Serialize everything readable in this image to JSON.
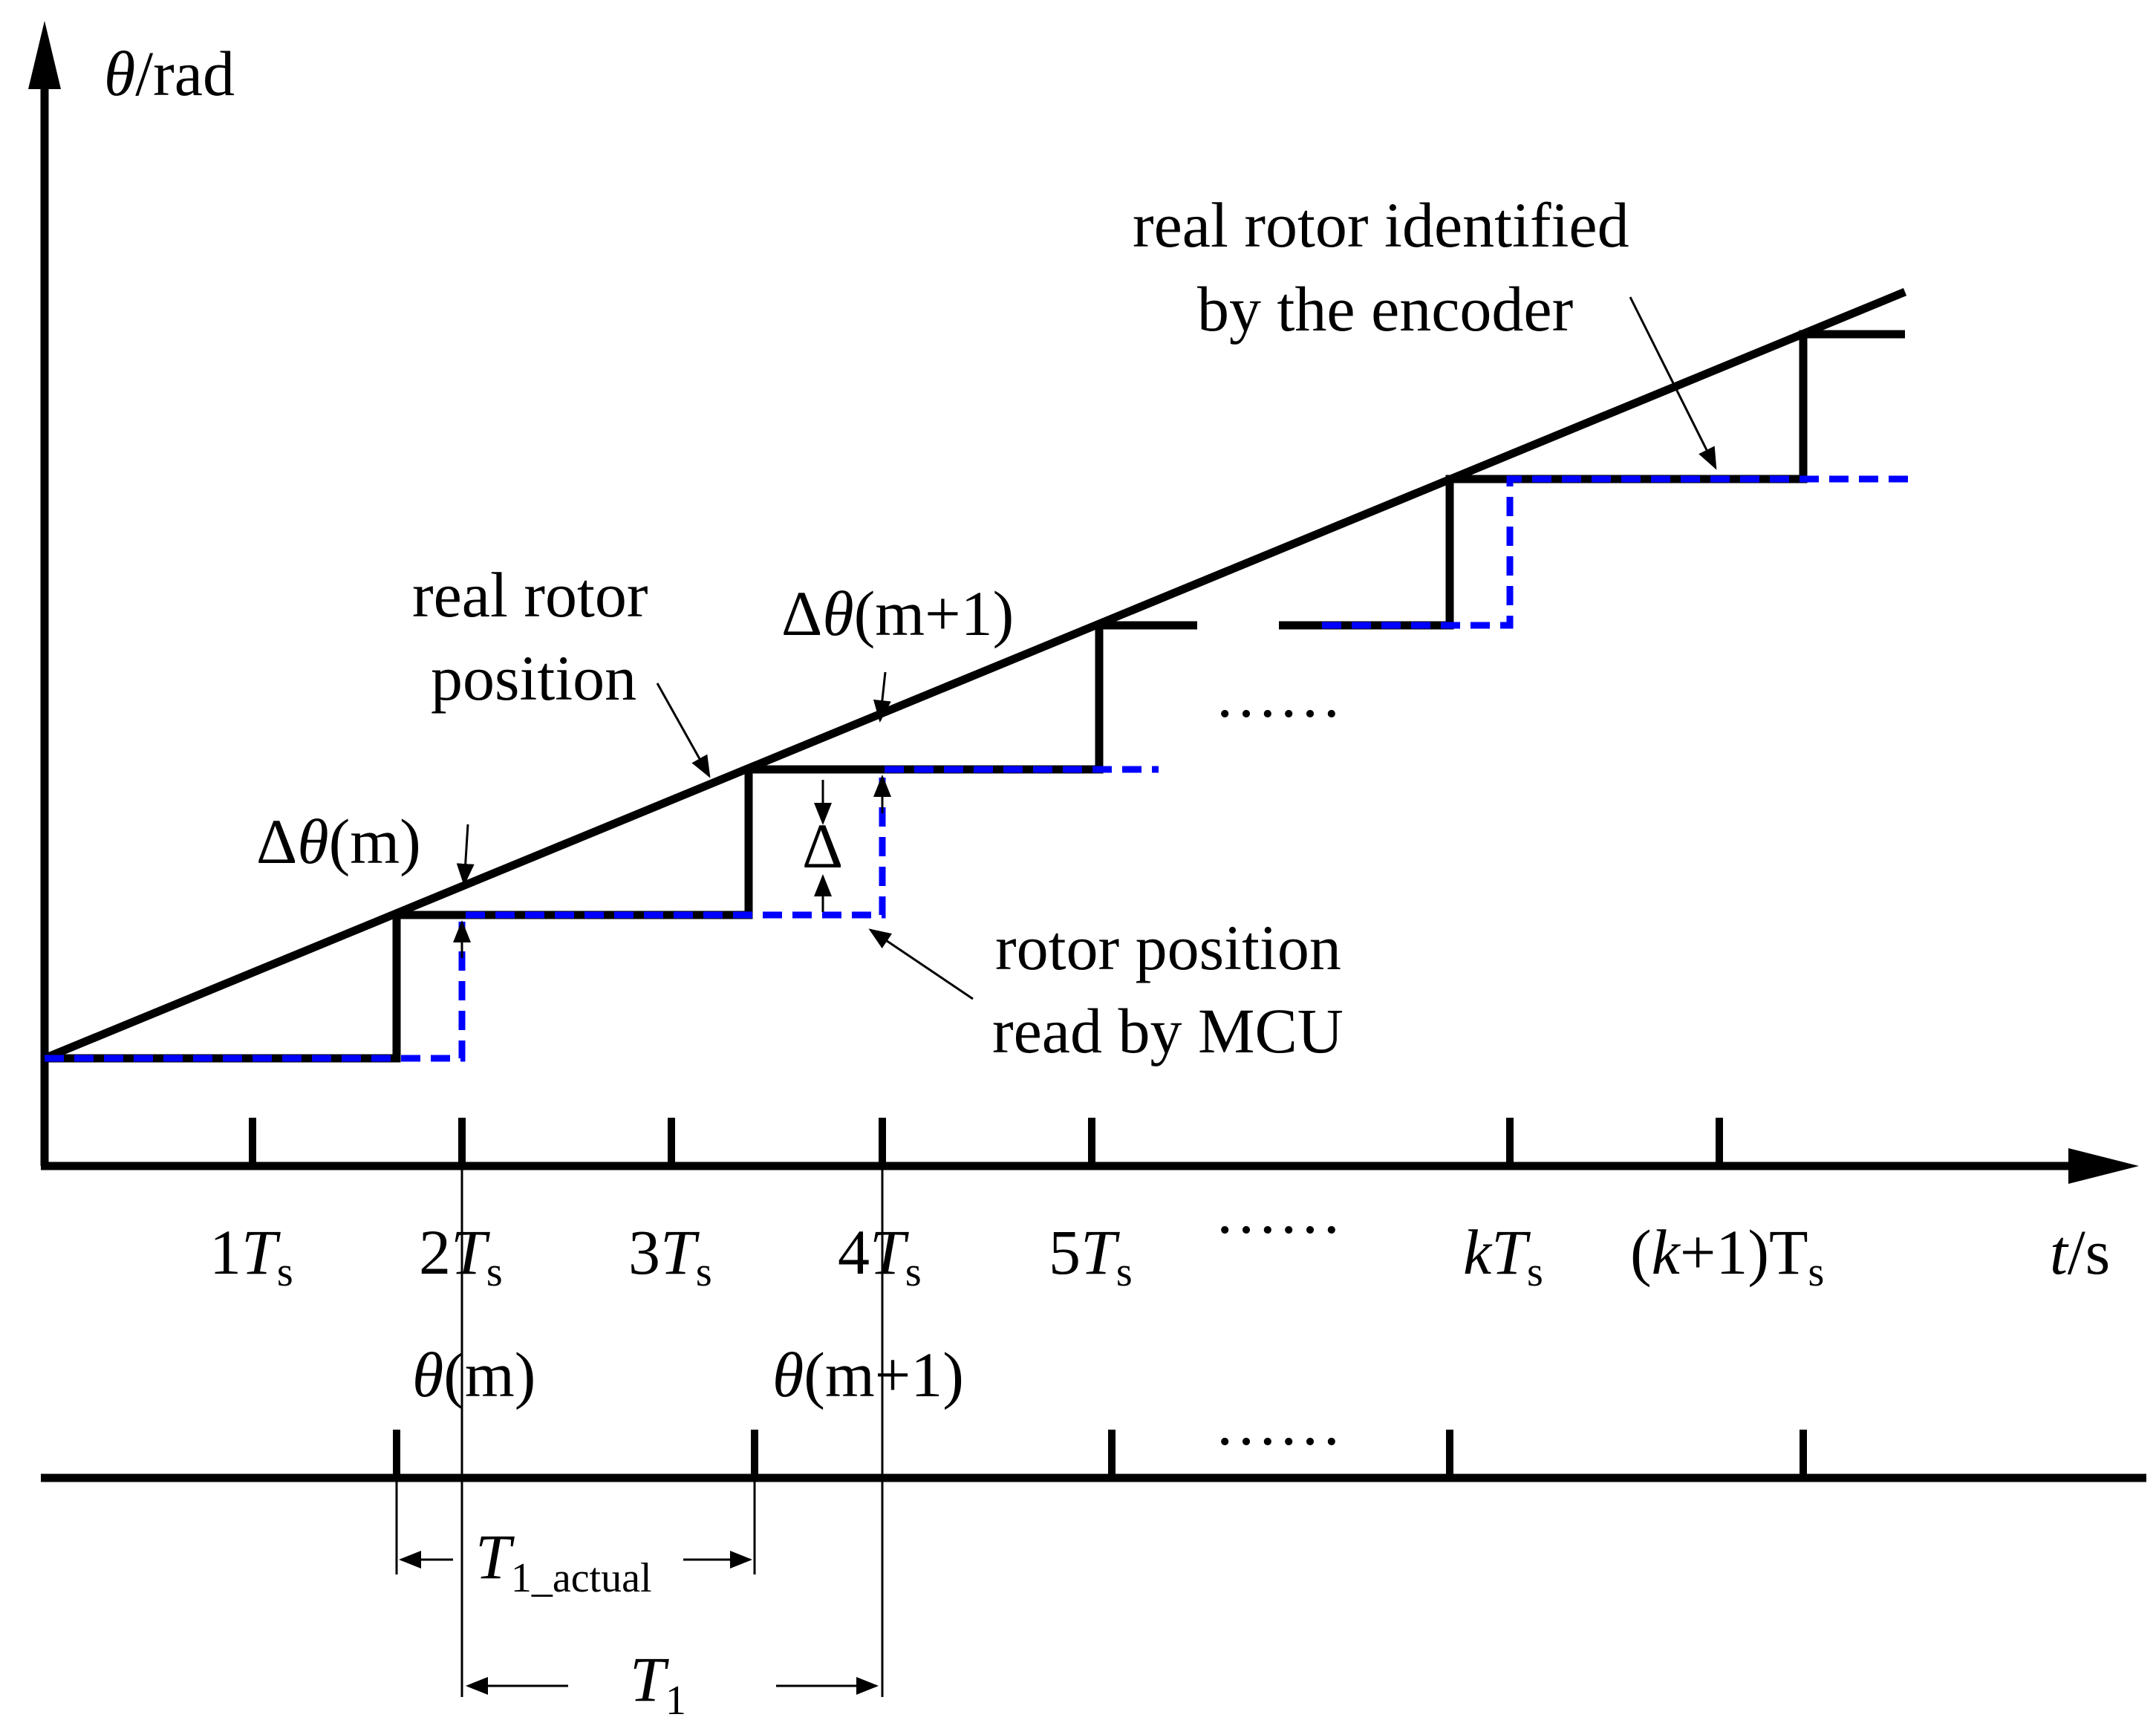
{
  "y_axis_label": {
    "var": "θ",
    "unit": "/rad"
  },
  "x_axis_label": {
    "var": "t",
    "unit": "/s"
  },
  "ticks": [
    {
      "pre": "1",
      "var": "T",
      "post": "",
      "sub": "s"
    },
    {
      "pre": "2",
      "var": "T",
      "post": "",
      "sub": "s"
    },
    {
      "pre": "3",
      "var": "T",
      "post": "",
      "sub": "s"
    },
    {
      "pre": "4",
      "var": "T",
      "post": "",
      "sub": "s"
    },
    {
      "pre": "5",
      "var": "T",
      "post": "",
      "sub": "s"
    },
    {
      "pre": "",
      "var": "k",
      "post": "T",
      "sub": "s"
    },
    {
      "pre": "(",
      "var": "k",
      "post": "+1)T",
      "sub": "s"
    }
  ],
  "ellipsis": "……",
  "labels": {
    "real_rotor_position": [
      "real rotor",
      "position"
    ],
    "real_rotor_identified": [
      "real rotor identified",
      "by the encoder"
    ],
    "rotor_position_read": [
      "rotor position",
      "read by MCU"
    ]
  },
  "delta_symbol": "Δ",
  "delta_theta_m": {
    "delta": "Δ",
    "theta": "θ",
    "arg": "(m)"
  },
  "delta_theta_m1": {
    "delta": "Δ",
    "theta": "θ",
    "arg": "(m+1)"
  },
  "theta_m": {
    "theta": "θ",
    "arg": "(m)"
  },
  "theta_m1": {
    "theta": "θ",
    "arg": "(m+1)"
  },
  "t1_actual": {
    "var": "T",
    "sub": "1_actual"
  },
  "t1": {
    "var": "T",
    "sub": "1"
  },
  "colors": {
    "line": "#000000",
    "mcu": "#0000ff"
  }
}
